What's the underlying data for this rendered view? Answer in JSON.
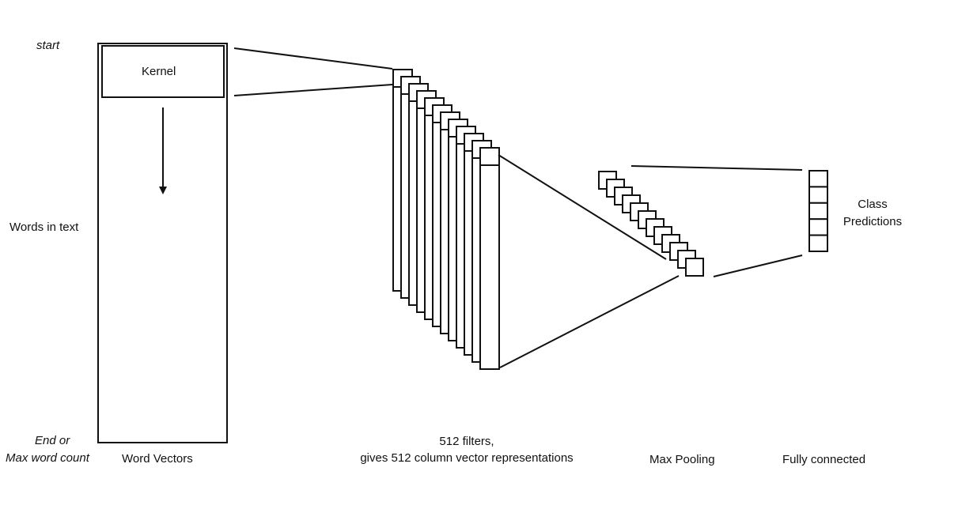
{
  "labels": {
    "start": "start",
    "end_or": "End or",
    "max_word_count": "Max word count",
    "words_in_text": "Words in text",
    "kernel": "Kernel",
    "word_vectors": "Word Vectors",
    "filters_line1": "512 filters,",
    "filters_line2": "gives 512 column vector representations",
    "max_pooling": "Max Pooling",
    "fully_connected": "Fully connected",
    "class": "Class",
    "predictions": "Predictions"
  }
}
